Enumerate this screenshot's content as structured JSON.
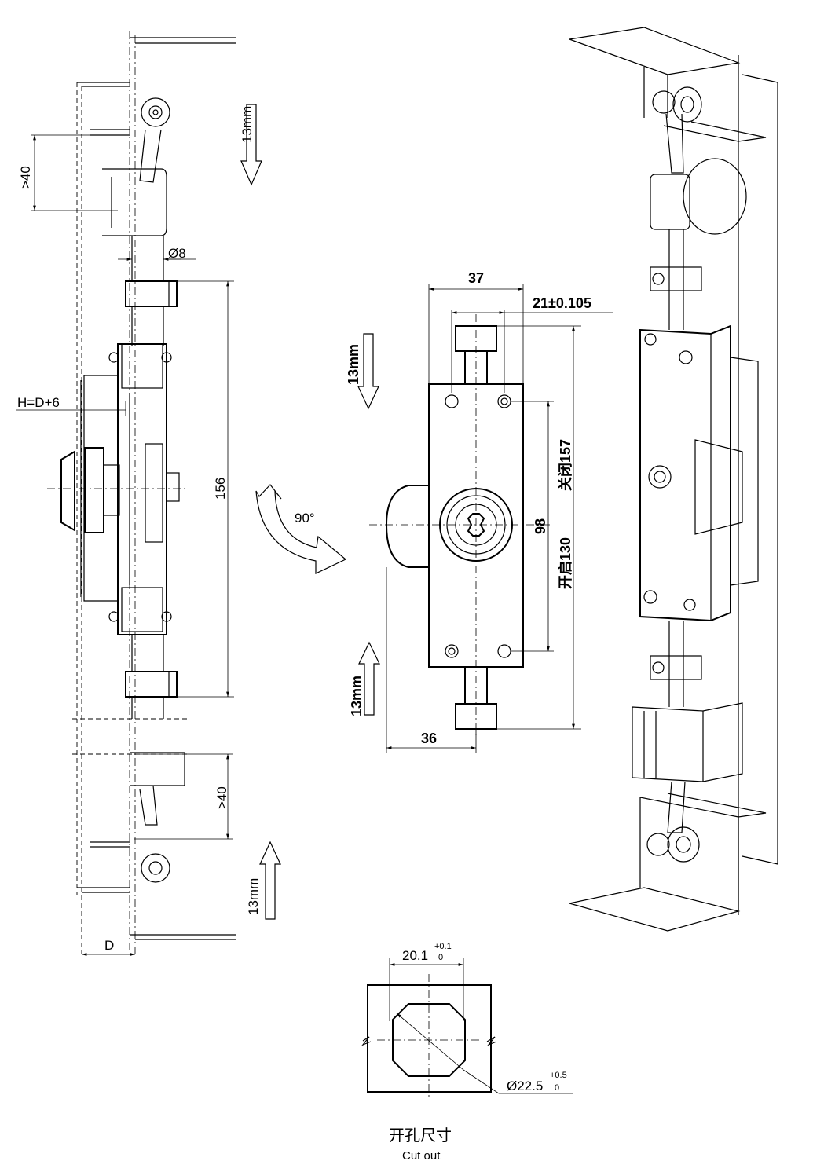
{
  "side_view": {
    "stroke_top": "13mm",
    "stroke_bottom": "13mm",
    "min_gap_top": ">40",
    "min_gap_bottom": ">40",
    "rod_diameter": "Ø8",
    "housing_height_label": "H=D+6",
    "length": "156",
    "door_thickness": "D"
  },
  "front_view": {
    "width_top": "37",
    "hole_spacing": "21",
    "hole_spacing_tol": "±0.105",
    "closed_length": "关闭157",
    "open_length": "开启130",
    "hole_pitch": "98",
    "stroke_top": "13mm",
    "stroke_bottom": "13mm",
    "rotation": "90°",
    "width_bottom": "36"
  },
  "cutout": {
    "width_value": "20.1",
    "width_tol_upper": "+0.1",
    "width_tol_lower": "0",
    "diameter_value": "Ø22.5",
    "diameter_tol_upper": "+0.5",
    "diameter_tol_lower": "0",
    "title_cn": "开孔尺寸",
    "title_en": "Cut out"
  }
}
